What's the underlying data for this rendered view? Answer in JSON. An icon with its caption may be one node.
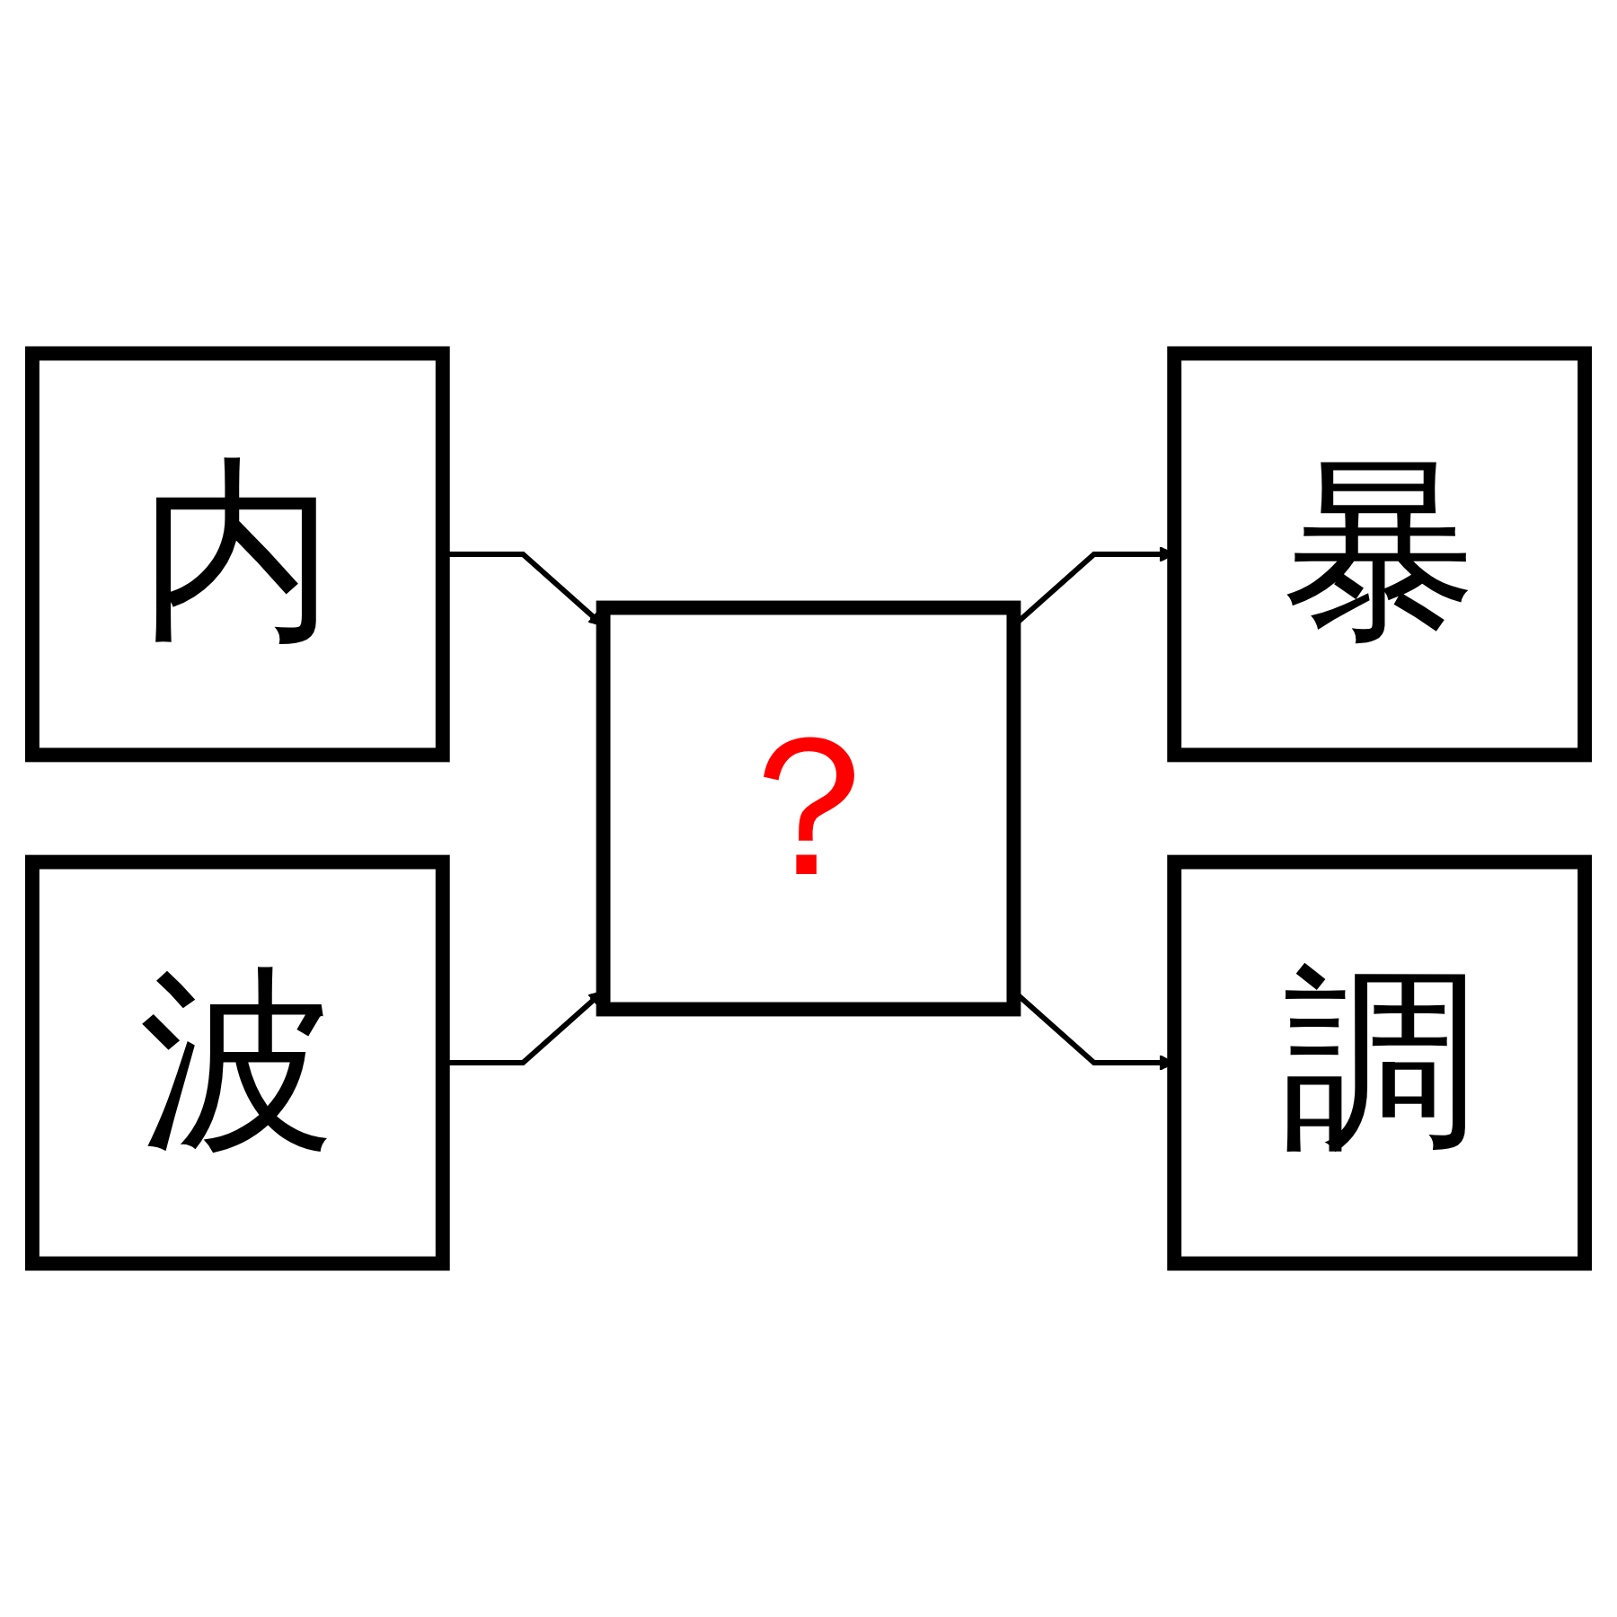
{
  "diagram": {
    "nodes": [
      {
        "text": [
          "内"
        ]
      },
      {
        "text": [
          "波"
        ]
      },
      {
        "text": [
          "？"
        ]
      },
      {
        "text": [
          "暴"
        ]
      },
      {
        "text": [
          "調"
        ]
      }
    ],
    "edges": [
      {
        "from": 0,
        "to": 2,
        "arrow": "to"
      },
      {
        "from": 1,
        "to": 2,
        "arrow": "to"
      },
      {
        "from": 2,
        "to": 3,
        "arrow": "to"
      },
      {
        "from": 2,
        "to": 4,
        "arrow": "to"
      }
    ]
  }
}
